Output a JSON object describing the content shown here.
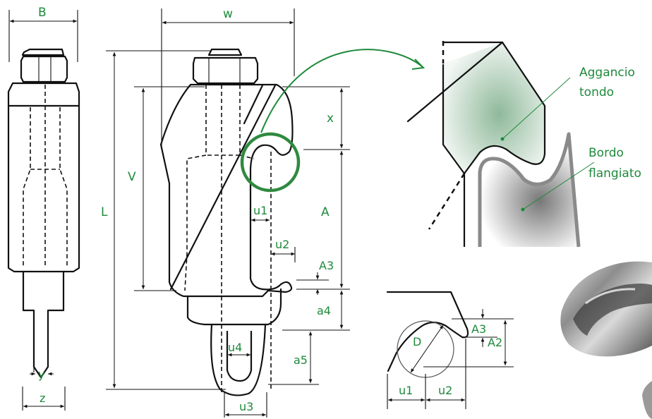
{
  "labels": {
    "B": "B",
    "w": "w",
    "L": "L",
    "V": "V",
    "x": "x",
    "A": "A",
    "u1": "u1",
    "u2": "u2",
    "A3": "A3",
    "a4": "a4",
    "a5": "a5",
    "u3": "u3",
    "u4": "u4",
    "y": "y",
    "z": "z",
    "D": "D",
    "A2": "A2",
    "detail_u1": "u1",
    "detail_u2": "u2",
    "detail_A3": "A3"
  },
  "callouts": {
    "hook_line1": "Aggancio",
    "hook_line2": "tondo",
    "edge_line1": "Bordo",
    "edge_line2": "flangiato"
  },
  "colors": {
    "label": "#1e8a3b",
    "highlight_circle": "#2f8a3f",
    "ink": "#111111",
    "flange": "#8a8a8a"
  }
}
